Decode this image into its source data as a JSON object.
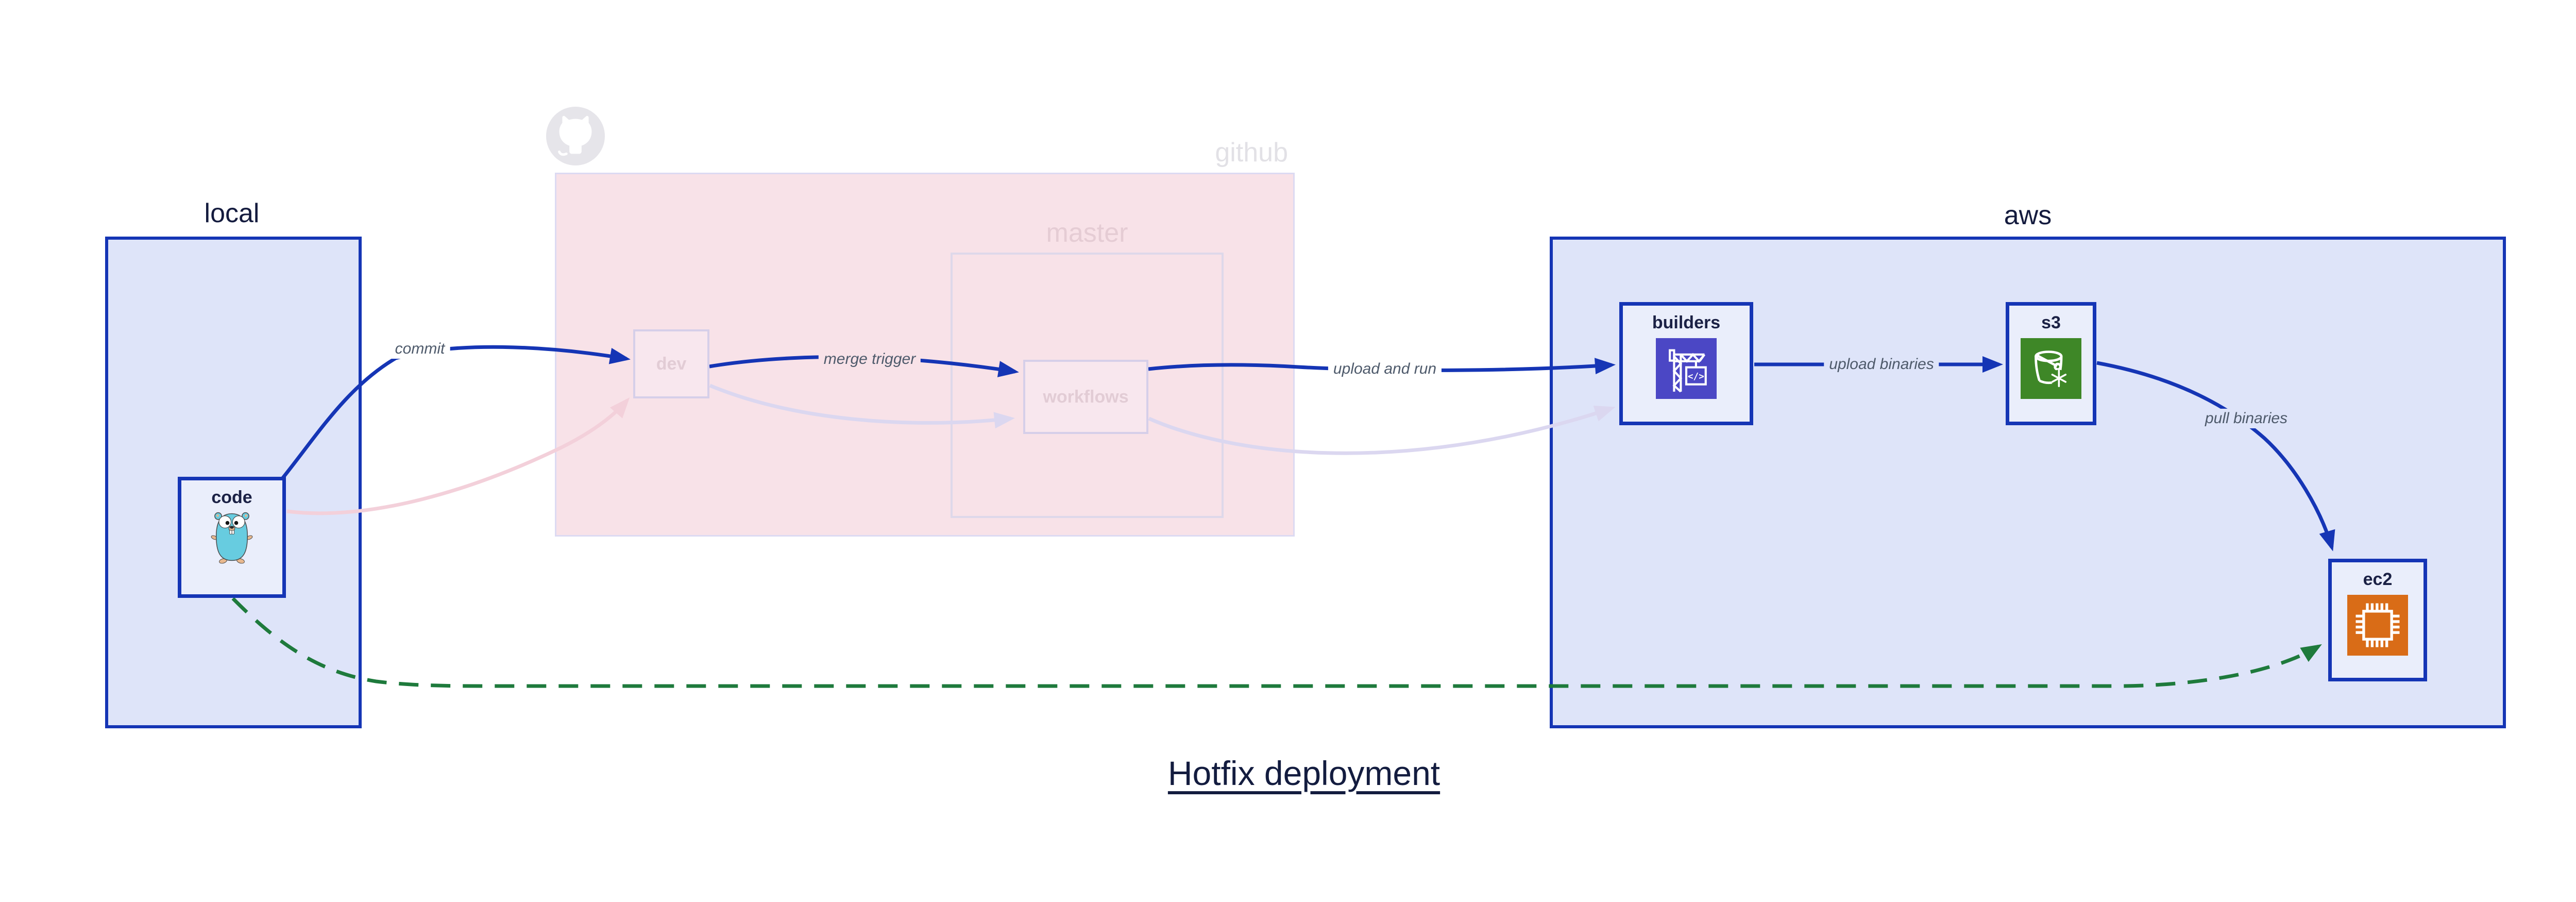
{
  "title": "Hotfix deployment",
  "zones": {
    "local": {
      "label": "local"
    },
    "github": {
      "label": "github"
    },
    "master": {
      "label": "master"
    },
    "aws": {
      "label": "aws"
    }
  },
  "nodes": {
    "code": {
      "label": "code",
      "icon": "go-gopher-icon"
    },
    "dev": {
      "label": "dev"
    },
    "workflows": {
      "label": "workflows"
    },
    "builders": {
      "label": "builders",
      "icon": "aws-codebuild-crane-icon"
    },
    "s3": {
      "label": "s3",
      "icon": "aws-s3-glacier-bucket-icon"
    },
    "ec2": {
      "label": "ec2",
      "icon": "aws-ec2-chip-icon"
    }
  },
  "edges": {
    "commit": {
      "label": "commit",
      "style": "solid-blue",
      "from": "code",
      "to": "dev"
    },
    "merge_trigger": {
      "label": "merge trigger",
      "style": "solid-blue",
      "from": "dev",
      "to": "workflows"
    },
    "upload_and_run": {
      "label": "upload and run",
      "style": "solid-blue",
      "from": "workflows",
      "to": "builders"
    },
    "upload_binaries": {
      "label": "upload binaries",
      "style": "solid-blue",
      "from": "builders",
      "to": "s3"
    },
    "pull_binaries": {
      "label": "pull binaries",
      "style": "solid-blue",
      "from": "s3",
      "to": "ec2"
    },
    "hotfix_path": {
      "label": "",
      "style": "dashed-green",
      "from": "code",
      "to": "ec2"
    },
    "faded_commit": {
      "label": "",
      "style": "faded-pink",
      "from": "code",
      "to": "dev"
    },
    "faded_merge": {
      "label": "",
      "style": "faded-lavender",
      "from": "dev",
      "to": "workflows"
    },
    "faded_run": {
      "label": "",
      "style": "faded-lavender",
      "from": "workflows",
      "to": "builders"
    }
  },
  "colors": {
    "accent_blue": "#1535b5",
    "zone_fill_blue": "#dee4f9",
    "node_fill": "#eaeefb",
    "github_zone_fill": "#f8e2e8",
    "faded_border": "#d6cfe9",
    "green_dashed": "#1e7a3c",
    "faded_pink_edge": "#f3d0da",
    "faded_lavender_edge": "#dbd7f0",
    "codebuild_icon_bg": "#4b47c5",
    "s3_icon_bg": "#3e8727",
    "ec2_icon_bg": "#d96c17",
    "gopher_teal": "#67cce0",
    "title_color": "#131c3f",
    "edge_label_color": "#4e5a6b"
  }
}
